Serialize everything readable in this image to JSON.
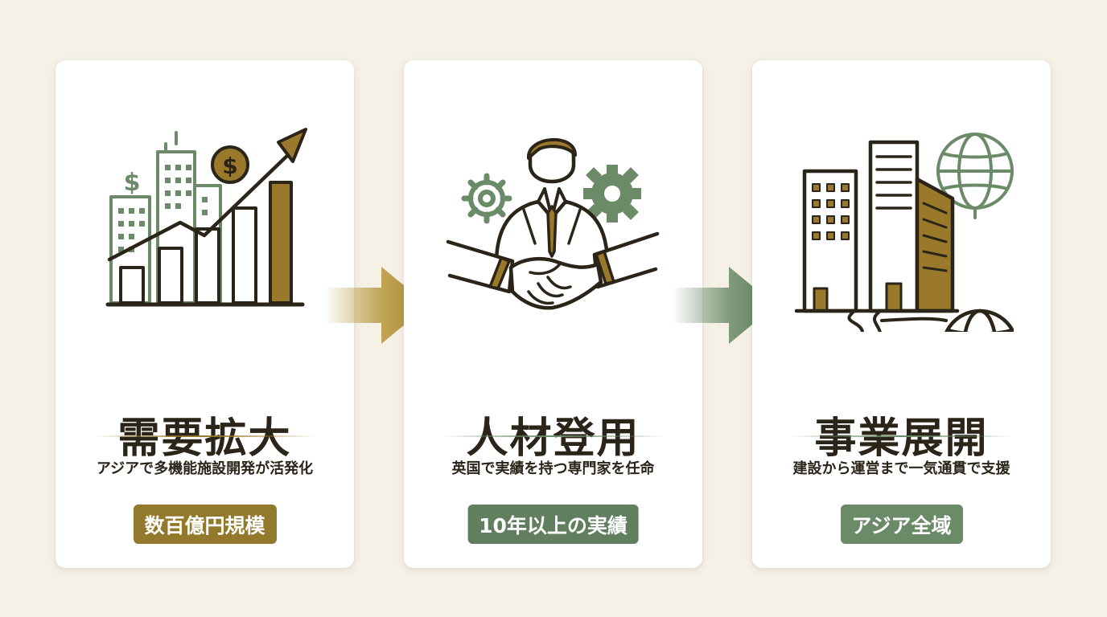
{
  "colors": {
    "background": "#f5f1e6",
    "card": "#ffffff",
    "gold": "#9a7a2a",
    "green": "#6b8a68",
    "dark": "#2b2418"
  },
  "steps": [
    {
      "title": "需要拡大",
      "description": "アジアで多機能施設開発が活発化",
      "badge": "数百億円規模",
      "badge_color": "#93792c",
      "illustration": "growth-chart-city-icon"
    },
    {
      "title": "人材登用",
      "description": "英国で実績を持つ専門家を任命",
      "badge": "10年以上の実績",
      "badge_color": "#617f5f",
      "illustration": "expert-handshake-icon"
    },
    {
      "title": "事業展開",
      "description": "建設から運営まで一気通貫で支援",
      "badge": "アジア全域",
      "badge_color": "#6b8a68",
      "illustration": "buildings-globe-icon"
    }
  ]
}
